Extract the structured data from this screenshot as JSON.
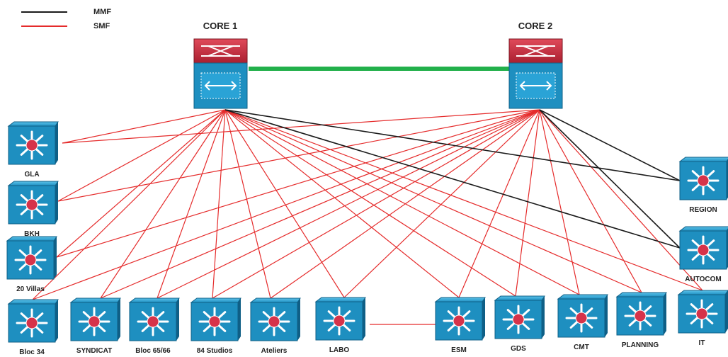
{
  "legend": [
    {
      "label": "MMF",
      "color": "#1a1a1a"
    },
    {
      "label": "SMF",
      "color": "#e52b2b"
    }
  ],
  "colors": {
    "mmf": "#1a1a1a",
    "smf": "#e52b2b",
    "trunk": "#22b04b",
    "switch_blue": "#1e8fc0",
    "switch_dark": "#0f5f86",
    "core_red": "#c0283a",
    "hub_red": "#d6334a"
  },
  "cores": [
    {
      "id": "core1",
      "label": "CORE 1"
    },
    {
      "id": "core2",
      "label": "CORE 2"
    }
  ],
  "switches": [
    {
      "id": "gla",
      "label": "GLA"
    },
    {
      "id": "bkh",
      "label": "BKH"
    },
    {
      "id": "villas",
      "label": "20 Villas"
    },
    {
      "id": "bloc34",
      "label": "Bloc 34"
    },
    {
      "id": "syndicat",
      "label": "SYNDICAT"
    },
    {
      "id": "bloc6566",
      "label": "Bloc 65/66"
    },
    {
      "id": "studios",
      "label": "84 Studios"
    },
    {
      "id": "ateliers",
      "label": "Ateliers"
    },
    {
      "id": "labo",
      "label": "LABO"
    },
    {
      "id": "esm",
      "label": "ESM"
    },
    {
      "id": "gds",
      "label": "GDS"
    },
    {
      "id": "cmt",
      "label": "CMT"
    },
    {
      "id": "planning",
      "label": "PLANNING"
    },
    {
      "id": "it",
      "label": "IT"
    },
    {
      "id": "region",
      "label": "REGION"
    },
    {
      "id": "autocom",
      "label": "AUTOCOM"
    }
  ],
  "links": {
    "trunk": [
      [
        "core1",
        "core2"
      ]
    ],
    "mmf": [
      [
        "core1",
        "autocom"
      ],
      [
        "core2",
        "region"
      ],
      [
        "core2",
        "autocom"
      ],
      [
        "core1",
        "region"
      ]
    ],
    "smf": [
      [
        "core1",
        "gla"
      ],
      [
        "core1",
        "bkh"
      ],
      [
        "core1",
        "villas"
      ],
      [
        "core1",
        "bloc34"
      ],
      [
        "core1",
        "syndicat"
      ],
      [
        "core1",
        "bloc6566"
      ],
      [
        "core1",
        "studios"
      ],
      [
        "core1",
        "ateliers"
      ],
      [
        "core1",
        "labo"
      ],
      [
        "core1",
        "esm"
      ],
      [
        "core1",
        "gds"
      ],
      [
        "core1",
        "cmt"
      ],
      [
        "core1",
        "planning"
      ],
      [
        "core1",
        "it"
      ],
      [
        "core2",
        "gla"
      ],
      [
        "core2",
        "bkh"
      ],
      [
        "core2",
        "villas"
      ],
      [
        "core2",
        "bloc34"
      ],
      [
        "core2",
        "syndicat"
      ],
      [
        "core2",
        "bloc6566"
      ],
      [
        "core2",
        "studios"
      ],
      [
        "core2",
        "ateliers"
      ],
      [
        "core2",
        "labo"
      ],
      [
        "core2",
        "esm"
      ],
      [
        "core2",
        "gds"
      ],
      [
        "core2",
        "cmt"
      ],
      [
        "core2",
        "planning"
      ],
      [
        "core2",
        "it"
      ],
      [
        "labo",
        "esm"
      ]
    ]
  }
}
